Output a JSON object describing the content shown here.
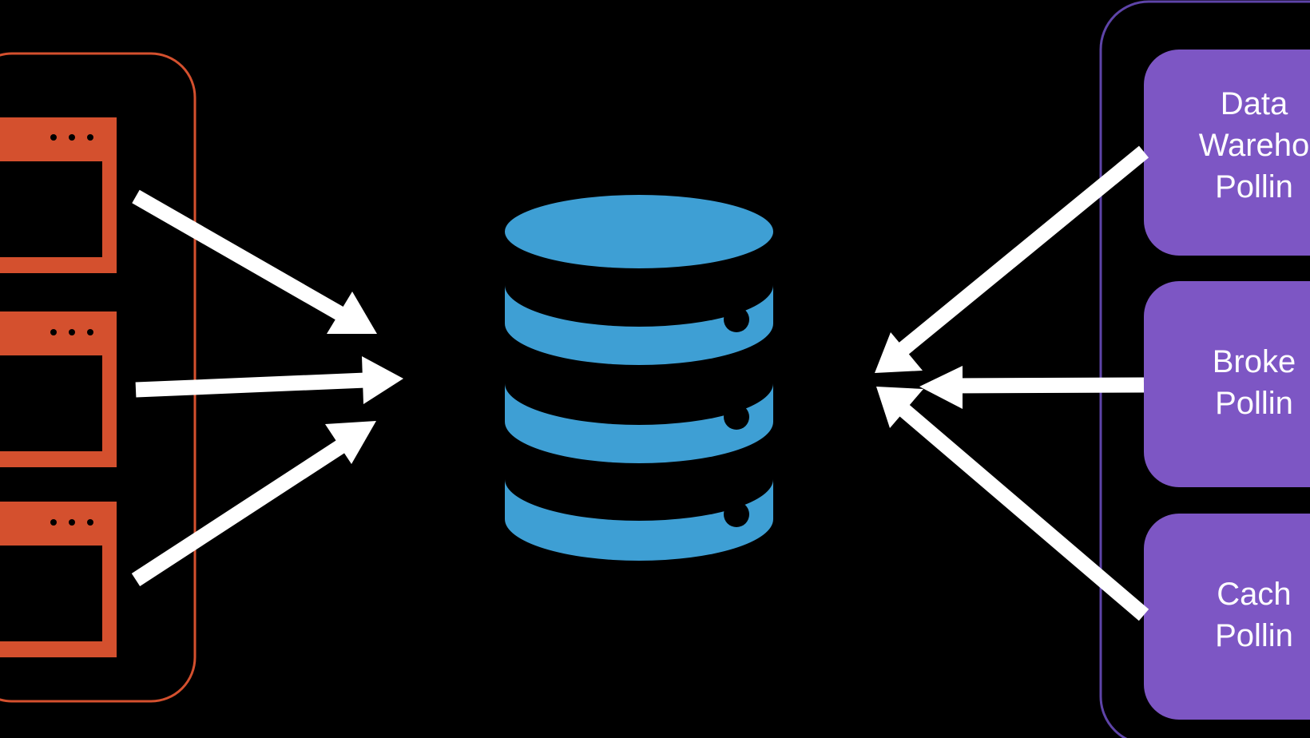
{
  "colors": {
    "background": "#000000",
    "producer_accent": "#D4502E",
    "database": "#3E9FD4",
    "consumer_accent": "#7D56C4",
    "consumer_border": "#5E44A8",
    "arrow": "#FFFFFF"
  },
  "producers": {
    "icon": "browser-window-icon",
    "items": [
      {
        "name": "producer-window-1"
      },
      {
        "name": "producer-window-2"
      },
      {
        "name": "producer-window-3"
      }
    ]
  },
  "database": {
    "icon": "database-icon"
  },
  "consumers": {
    "items": [
      {
        "line1": "Data",
        "line2": "Wareho",
        "line3": "Pollin"
      },
      {
        "line1": "Broke",
        "line2": "Pollin"
      },
      {
        "line1": "Cach",
        "line2": "Pollin"
      }
    ]
  }
}
